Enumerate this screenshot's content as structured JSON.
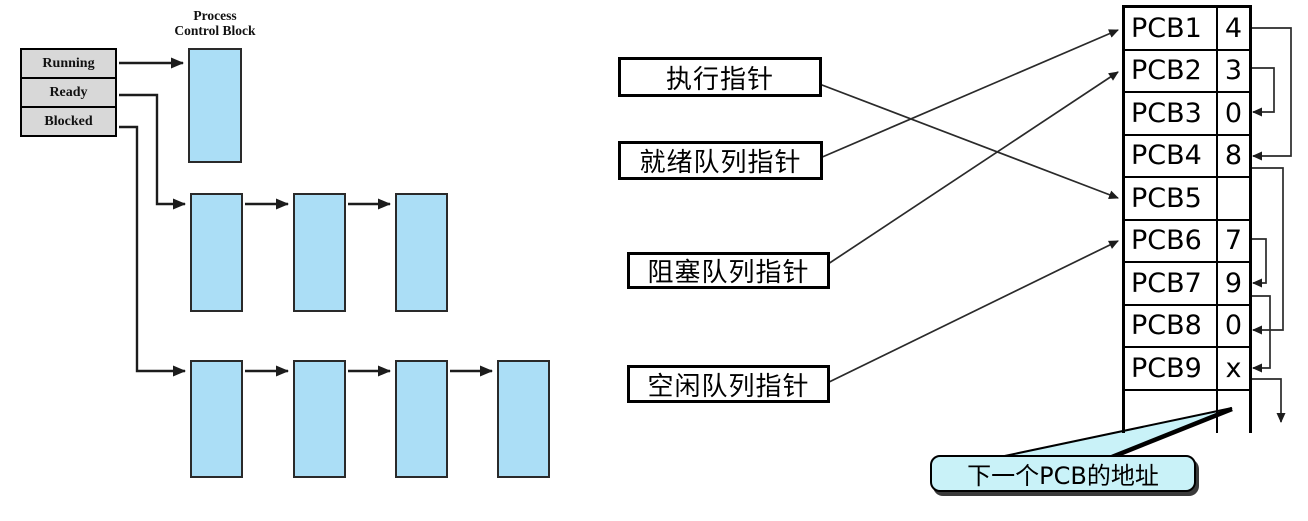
{
  "left_diagram": {
    "title_line1": "Process",
    "title_line2": "Control Block",
    "states": [
      {
        "label": "Running",
        "queue_length": 1
      },
      {
        "label": "Ready",
        "queue_length": 3
      },
      {
        "label": "Blocked",
        "queue_length": 4
      }
    ]
  },
  "right_diagram": {
    "pointer_labels": [
      {
        "label": "执行指针",
        "points_to": "PCB5"
      },
      {
        "label": "就绪队列指针",
        "points_to": "PCB1"
      },
      {
        "label": "阻塞队列指针",
        "points_to": "PCB2"
      },
      {
        "label": "空闲队列指针",
        "points_to": "PCB6"
      }
    ],
    "pcb_table": {
      "rows": [
        {
          "name": "PCB1",
          "next": "4"
        },
        {
          "name": "PCB2",
          "next": "3"
        },
        {
          "name": "PCB3",
          "next": "0"
        },
        {
          "name": "PCB4",
          "next": "8"
        },
        {
          "name": "PCB5",
          "next": ""
        },
        {
          "name": "PCB6",
          "next": "7"
        },
        {
          "name": "PCB7",
          "next": "9"
        },
        {
          "name": "PCB8",
          "next": "0"
        },
        {
          "name": "PCB9",
          "next": "x"
        },
        {
          "name": "",
          "next": ""
        }
      ]
    },
    "callout": {
      "text": "下一个PCB的地址"
    }
  },
  "colors": {
    "pcb_box_fill": "#abdef6",
    "state_box_fill": "#d8d8d8",
    "callout_fill": "#c9f2f8",
    "line": "#1c1c1c"
  }
}
